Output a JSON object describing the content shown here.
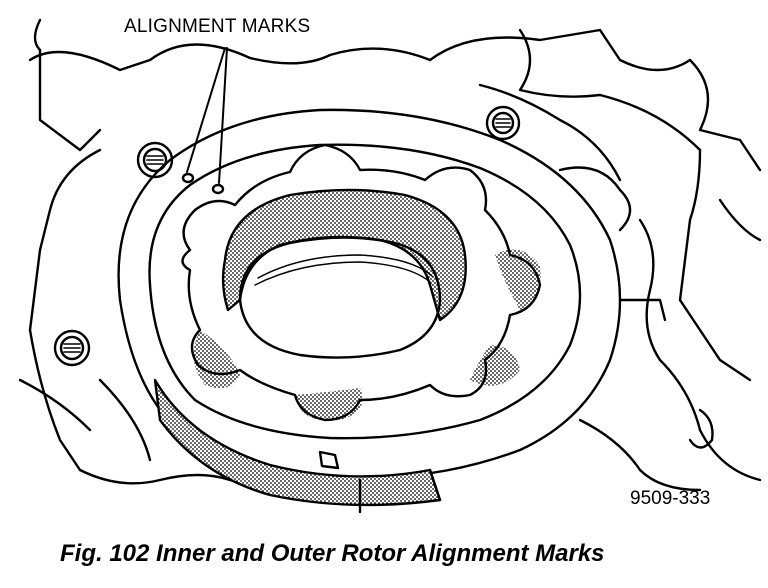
{
  "figure": {
    "callout": "ALIGNMENT MARKS",
    "drawing_number": "9509-333",
    "caption": "Fig. 102 Inner and Outer Rotor Alignment Marks"
  },
  "colors": {
    "ink": "#000000",
    "paper": "#ffffff",
    "shading": "#9a9a9a"
  }
}
